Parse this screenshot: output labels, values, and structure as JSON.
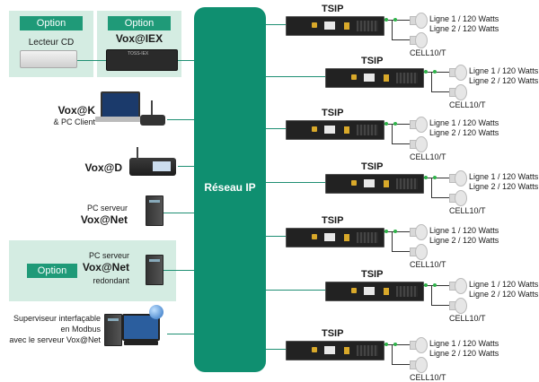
{
  "hub": {
    "label": "Réseau IP"
  },
  "option_label": "Option",
  "sources": {
    "cd": {
      "label": "Lecteur CD"
    },
    "iex": {
      "label": "Vox@IEX",
      "device_text": "TOSS-IEX"
    },
    "voxk": {
      "label": "Vox@K",
      "sublabel": "& PC Client"
    },
    "voxd": {
      "label": "Vox@D"
    },
    "voxnet": {
      "label_top": "PC serveur",
      "label": "Vox@Net"
    },
    "voxnet_red": {
      "label_top": "PC serveur",
      "label": "Vox@Net",
      "label_bottom": "redondant"
    },
    "supervisor": {
      "line1": "Superviseur interfaçable",
      "line2": "en Modbus",
      "line3": "avec le serveur Vox@Net"
    }
  },
  "amps": [
    {
      "name": "TSIP",
      "line1": "Ligne 1 / 120 Watts",
      "line2": "Ligne 2 / 120 Watts",
      "cell": "CELL10/T"
    },
    {
      "name": "TSIP",
      "line1": "Ligne 1 / 120 Watts",
      "line2": "Ligne 2 / 120 Watts",
      "cell": "CELL10/T"
    },
    {
      "name": "TSIP",
      "line1": "Ligne 1 / 120 Watts",
      "line2": "Ligne 2 / 120 Watts",
      "cell": "CELL10/T"
    },
    {
      "name": "TSIP",
      "line1": "Ligne 1 / 120 Watts",
      "line2": "Ligne 2 / 120 Watts",
      "cell": "CELL10/T"
    },
    {
      "name": "TSIP",
      "line1": "Ligne 1 / 120 Watts",
      "line2": "Ligne 2 / 120 Watts",
      "cell": "CELL10/T"
    },
    {
      "name": "TSIP",
      "line1": "Ligne 1 / 120 Watts",
      "line2": "Ligne 2 / 120 Watts",
      "cell": "CELL10/T"
    },
    {
      "name": "TSIP",
      "line1": "Ligne 1 / 120 Watts",
      "line2": "Ligne 2 / 120 Watts",
      "cell": "CELL10/T"
    }
  ],
  "colors": {
    "hub": "#0f8f70",
    "option_box": "#d4ece2",
    "option_label": "#1f9a78",
    "link": "#1f8f73"
  }
}
